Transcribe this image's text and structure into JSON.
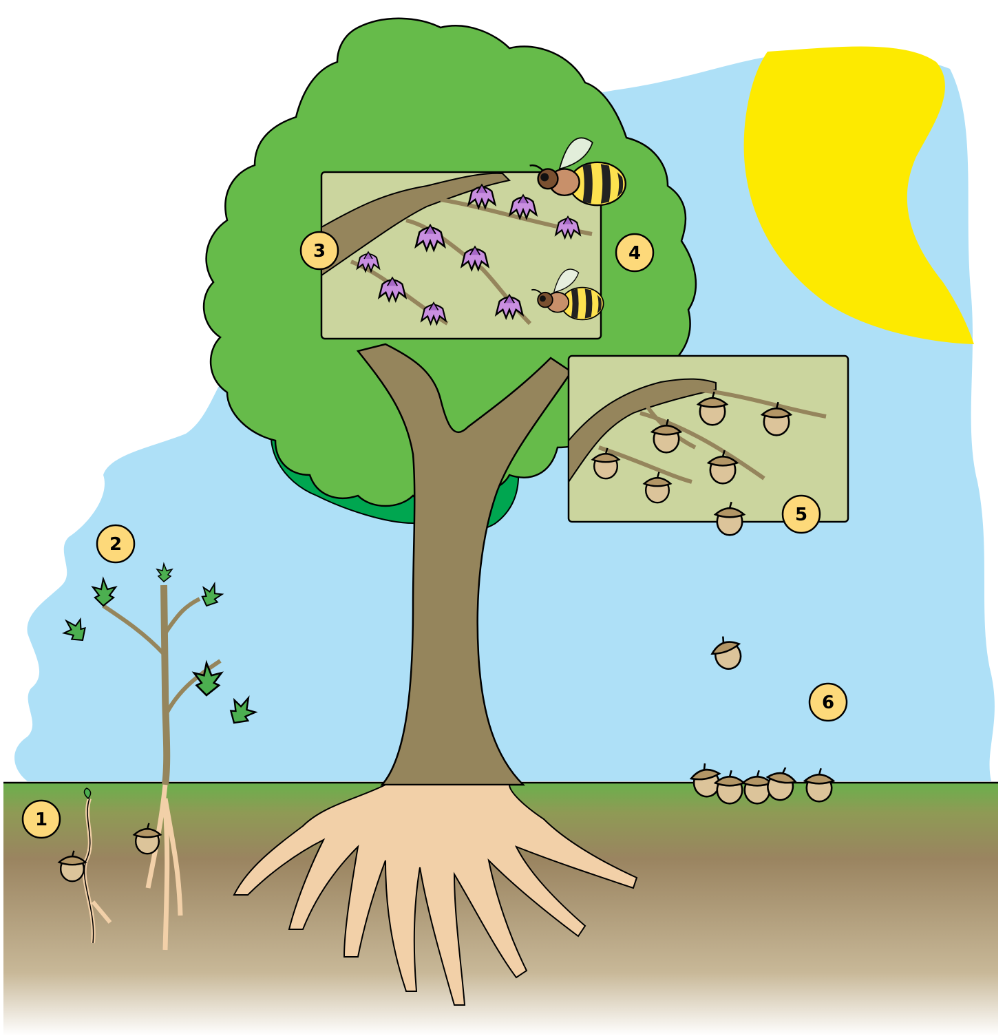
{
  "diagram": {
    "stages": [
      {
        "number": "1"
      },
      {
        "number": "2"
      },
      {
        "number": "3"
      },
      {
        "number": "4"
      },
      {
        "number": "5"
      },
      {
        "number": "6"
      }
    ],
    "colors": {
      "sky": "#aee0f7",
      "sun": "#fdea00",
      "grass": "#6ab04c",
      "soil": "#9a8460",
      "canopy": "#66bb4a",
      "canopy_dark": "#00a650",
      "trunk": "#95855c",
      "roots": "#f2d0a8",
      "inset_background": "#cbd59e",
      "flowers": "#c98fe0",
      "acorn": "#dcc49a",
      "label_fill": "#fdd97a"
    }
  }
}
